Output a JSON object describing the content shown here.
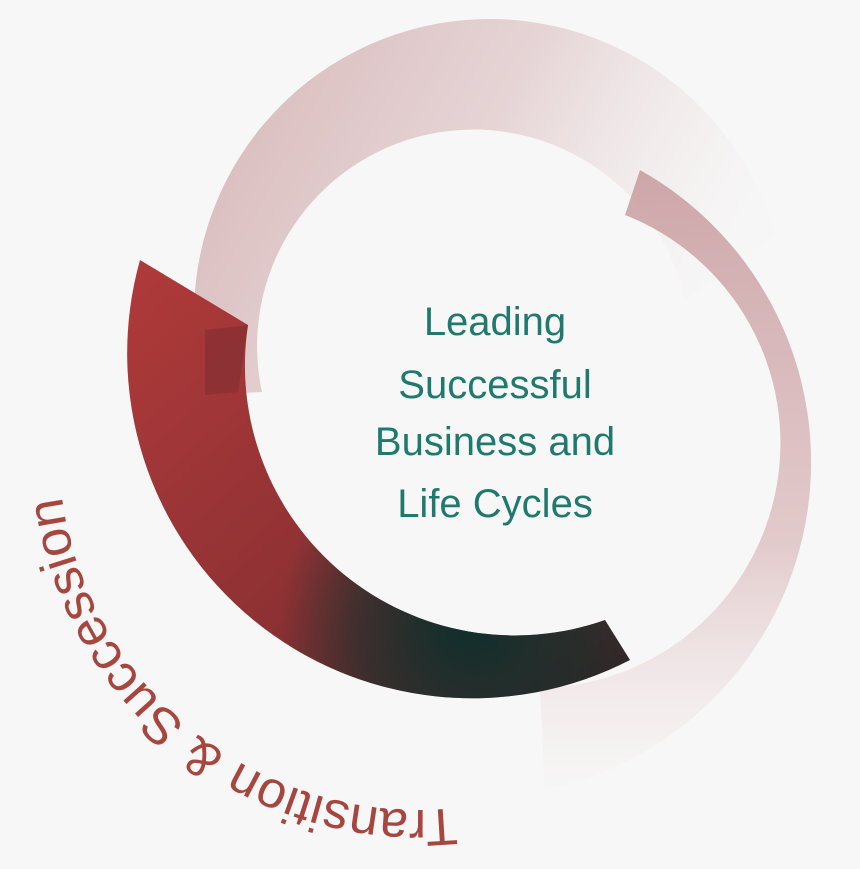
{
  "center": {
    "line1": "Leading",
    "line2": "Successful",
    "line3": "Business and",
    "line4": "Life Cycles"
  },
  "arc_label": "Transition & Succession",
  "colors": {
    "background": "#f7f7f7",
    "center_text": "#1f7a6d",
    "red_arc": "#a8393a",
    "dark_teal": "#0d2f2b",
    "pale_arc": "#d7b3b5",
    "label_text": "#a6463f"
  }
}
